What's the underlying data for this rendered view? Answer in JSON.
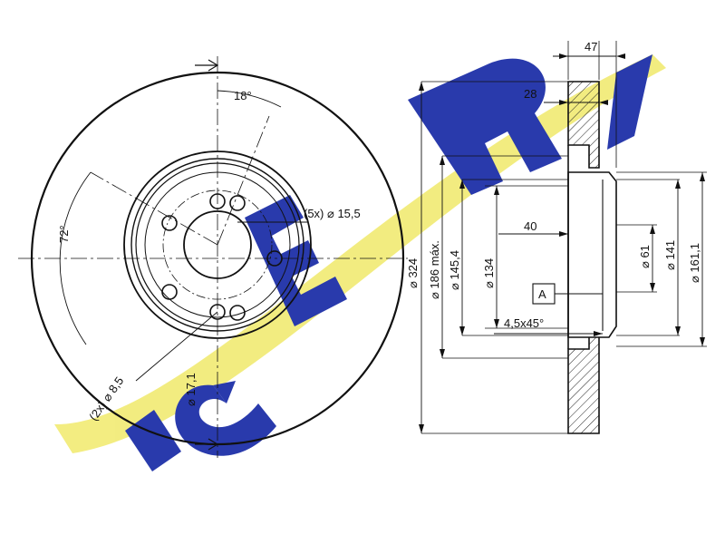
{
  "watermark": {
    "text": "ICER",
    "letter_color": "#1e30a8",
    "swoosh_color": "#f2ec7a"
  },
  "front_view": {
    "angle_top": "18°",
    "angle_left": "72°",
    "bolt_label": "(5x) ⌀ 15,5",
    "hole_label": "(2x) ⌀ 8,5",
    "pcd_label": "⌀ 17,1"
  },
  "section_view": {
    "total_thickness": "47",
    "disc_thickness": "28",
    "hat_depth": "40",
    "chamfer": "4,5x45°",
    "datum": "A",
    "d_outer": "⌀ 324",
    "d_max": "⌀ 186 máx.",
    "d_145": "⌀ 145,4",
    "d_134": "⌀ 134",
    "d_61": "⌀ 61",
    "d_141": "⌀ 141",
    "d_161": "⌀ 161,1"
  },
  "colors": {
    "line": "#111111",
    "hatch": "#222222"
  }
}
